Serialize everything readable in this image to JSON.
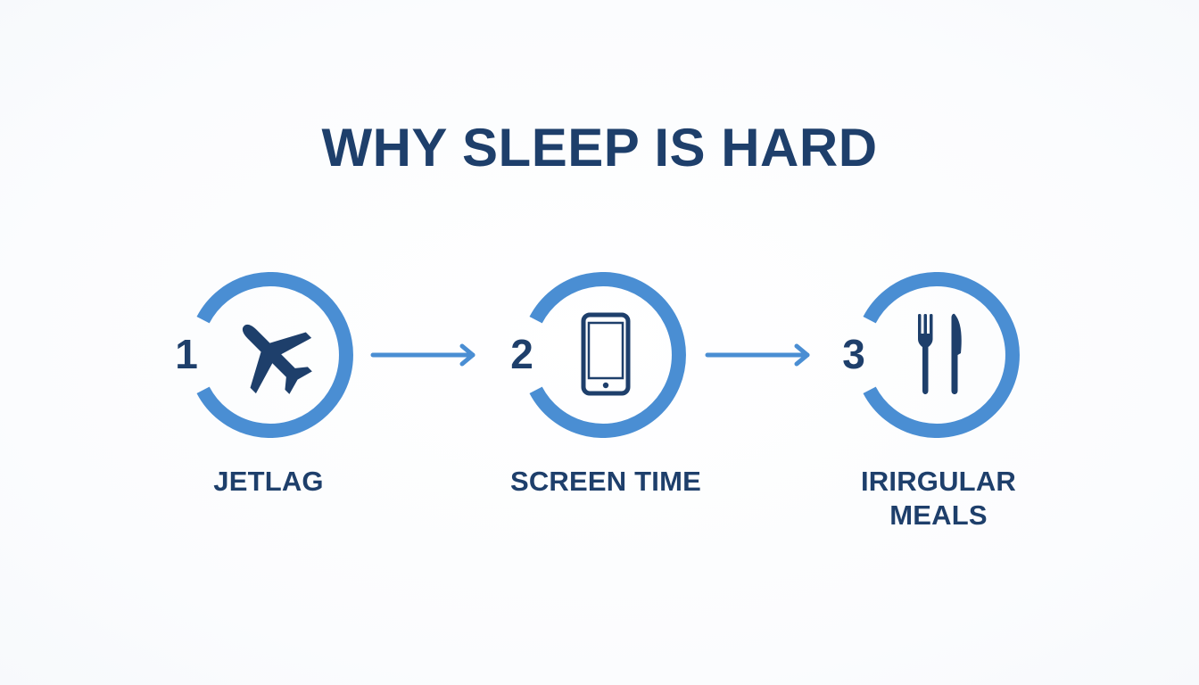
{
  "title": "WHY SLEEP IS HARD",
  "colors": {
    "accent": "#4a8ed3",
    "text": "#1e3f6b",
    "background": "#ffffff"
  },
  "steps": [
    {
      "number": "1",
      "icon": "airplane-icon",
      "label_lines": [
        "JETLAG"
      ]
    },
    {
      "number": "2",
      "icon": "smartphone-icon",
      "label_lines": [
        "SCREEN TIME"
      ]
    },
    {
      "number": "3",
      "icon": "fork-knife-icon",
      "label_lines": [
        "IRIRGULAR",
        "MEALS"
      ]
    }
  ]
}
